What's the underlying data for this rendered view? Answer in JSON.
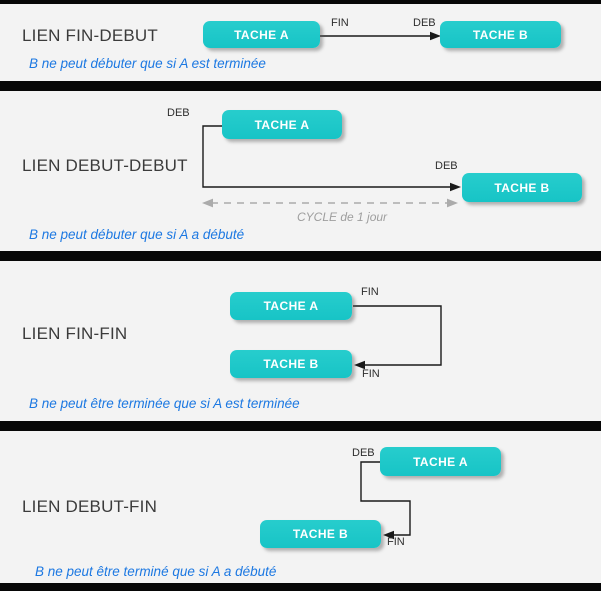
{
  "colors": {
    "background": "#F3F3F3",
    "separator": "#070707",
    "task_box": "#1BC8C8",
    "task_text": "#FFFFFF",
    "note_blue": "#1C78E2",
    "wire_black": "#1A1A1A",
    "cycle_gray": "#9E9E9E"
  },
  "sections": [
    {
      "title": "LIEN FIN-DEBUT",
      "task_a": "TACHE A",
      "task_b": "TACHE B",
      "source_label": "FIN",
      "target_label": "DEB",
      "note": "B ne peut débuter que si A est terminée"
    },
    {
      "title": "LIEN DEBUT-DEBUT",
      "task_a": "TACHE A",
      "task_b": "TACHE B",
      "source_label": "DEB",
      "target_label": "DEB",
      "cycle_label": "CYCLE de 1 jour",
      "note": "B ne peut débuter que si A a débuté"
    },
    {
      "title": "LIEN FIN-FIN",
      "task_a": "TACHE A",
      "task_b": "TACHE B",
      "source_label": "FIN",
      "target_label": "FIN",
      "note": "B ne peut être terminée que si A est terminée"
    },
    {
      "title": "LIEN DEBUT-FIN",
      "task_a": "TACHE A",
      "task_b": "TACHE B",
      "source_label": "DEB",
      "target_label": "FIN",
      "note": "B ne peut être terminé que si A a débuté"
    }
  ]
}
